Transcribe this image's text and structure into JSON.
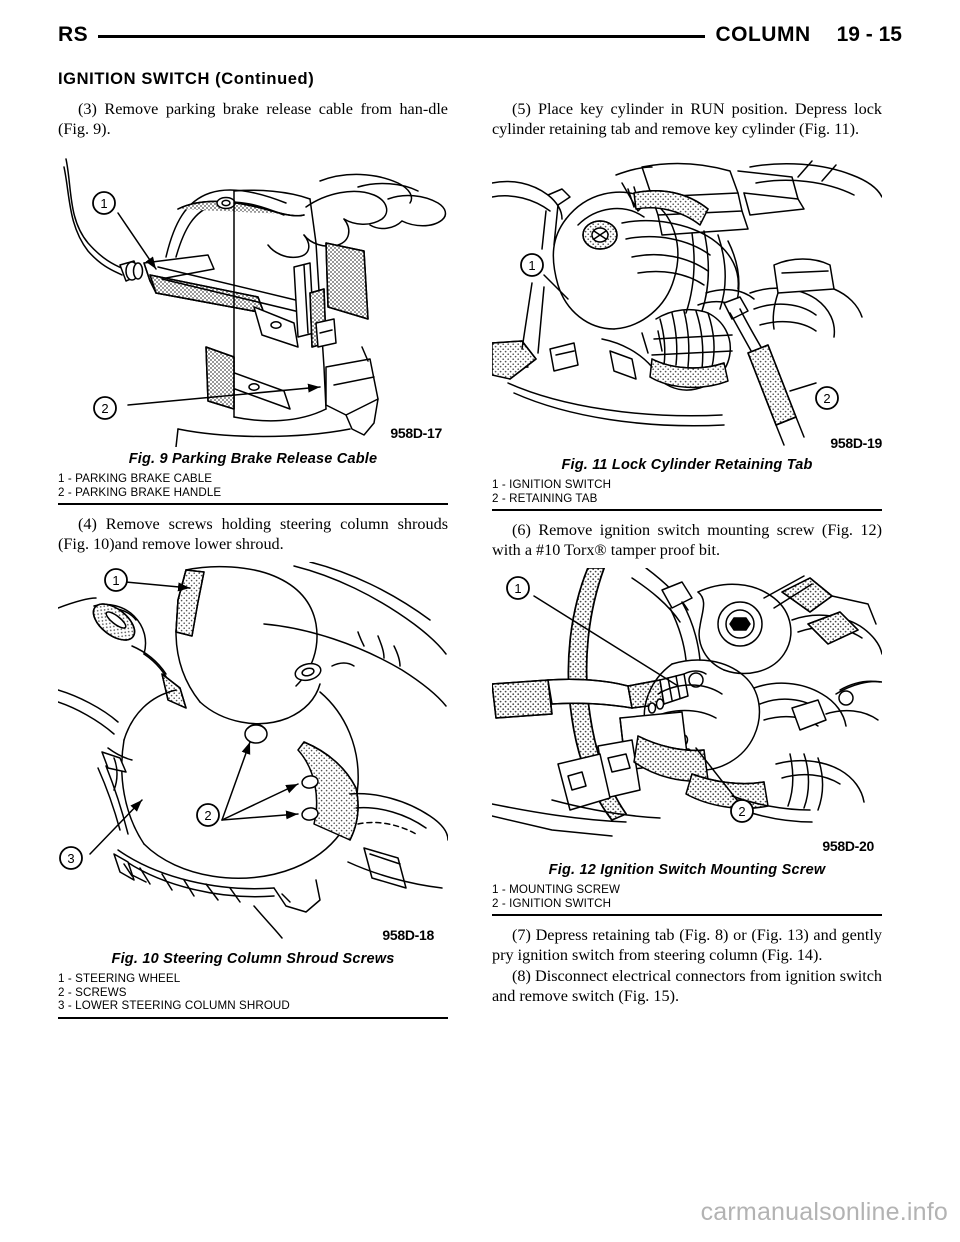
{
  "header": {
    "left_code": "RS",
    "section": "COLUMN",
    "page_number": "19 - 15"
  },
  "section_title": "IGNITION SWITCH (Continued)",
  "left_column": {
    "step_3": "(3) Remove parking brake release cable from han-dle (Fig. 9).",
    "step_4": "(4) Remove screws holding steering column shrouds (Fig. 10)and remove lower shroud.",
    "figure_9": {
      "image_id": "958D-17",
      "caption": "Fig. 9 Parking Brake Release Cable",
      "legend": [
        "1 - PARKING BRAKE CABLE",
        "2 - PARKING BRAKE HANDLE"
      ],
      "callouts": [
        "1",
        "2"
      ]
    },
    "figure_10": {
      "image_id": "958D-18",
      "caption": "Fig. 10 Steering Column Shroud Screws",
      "legend": [
        "1 - STEERING WHEEL",
        "2 - SCREWS",
        "3 - LOWER STEERING COLUMN SHROUD"
      ],
      "callouts": [
        "1",
        "2",
        "3"
      ]
    }
  },
  "right_column": {
    "step_5": "(5) Place key cylinder in RUN position. Depress lock cylinder retaining tab and remove key cylinder (Fig. 11).",
    "step_6": "(6) Remove ignition switch mounting screw (Fig. 12) with a #10 Torx® tamper proof bit.",
    "step_7": "(7) Depress retaining tab (Fig. 8) or (Fig. 13) and gently pry ignition switch from steering column (Fig. 14).",
    "step_8": "(8) Disconnect electrical connectors from ignition switch and remove switch (Fig. 15).",
    "figure_11": {
      "image_id": "958D-19",
      "caption": "Fig. 11 Lock Cylinder Retaining Tab",
      "legend": [
        "1 - IGNITION SWITCH",
        "2 - RETAINING TAB"
      ],
      "callouts": [
        "1",
        "2"
      ]
    },
    "figure_12": {
      "image_id": "958D-20",
      "caption": "Fig. 12 Ignition Switch Mounting Screw",
      "legend": [
        "1 - MOUNTING SCREW",
        "2 - IGNITION SWITCH"
      ],
      "callouts": [
        "1",
        "2"
      ]
    }
  },
  "footer": {
    "watermark": "carmanualsonline.info"
  },
  "colors": {
    "ink": "#000000",
    "watermark": "#b3b3b3",
    "hatch": "#555555"
  }
}
